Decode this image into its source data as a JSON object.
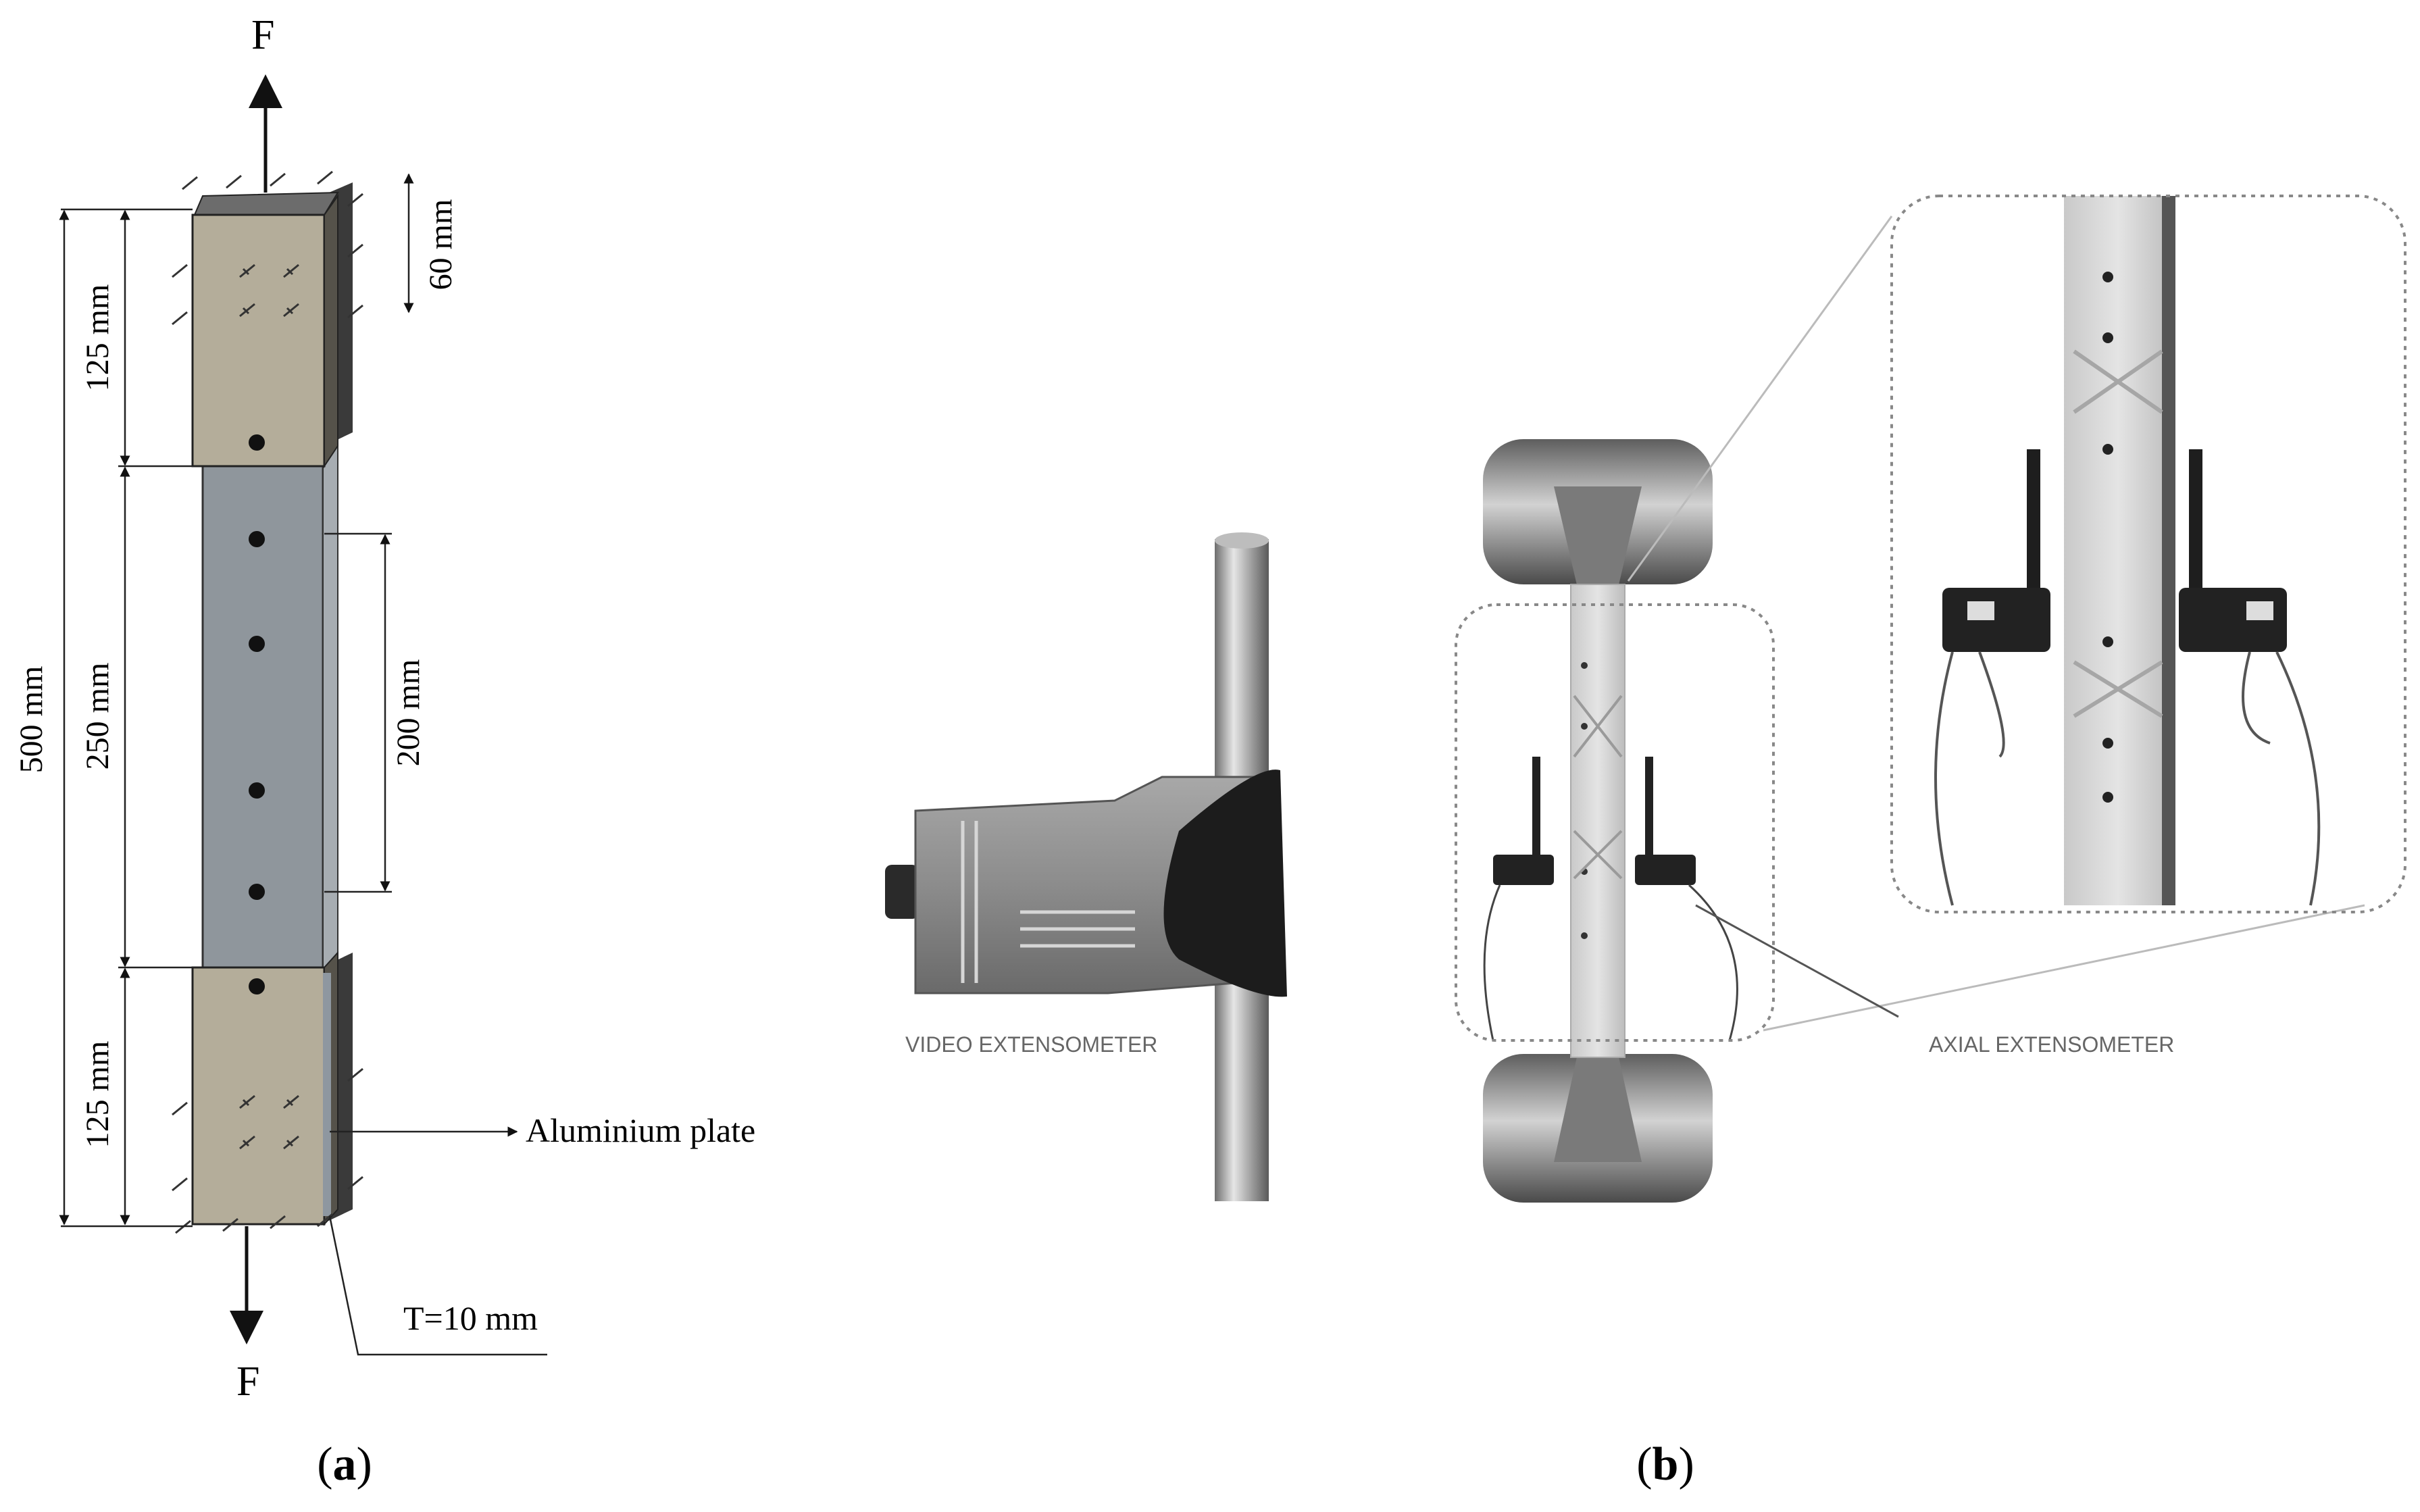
{
  "panel_a": {
    "force_label_top": "F",
    "force_label_bottom": "F",
    "dim_total": "500 mm",
    "dim_top_tab": "125 mm",
    "dim_middle": "250 mm",
    "dim_bottom_tab": "125 mm",
    "dim_gauge": "200 mm",
    "dim_tab_width": "60 mm",
    "label_plate": "Aluminium plate",
    "label_thickness": "T=10 mm",
    "caption": "(a)"
  },
  "panel_b": {
    "label_video": "VIDEO EXTENSOMETER",
    "label_axial": "AXIAL EXTENSOMETER",
    "caption": "(b)"
  },
  "colors": {
    "tab": "#b4ad9a",
    "specimen": "#8f969c",
    "metal": "#8a8a8a",
    "dark": "#1a1a1a"
  }
}
